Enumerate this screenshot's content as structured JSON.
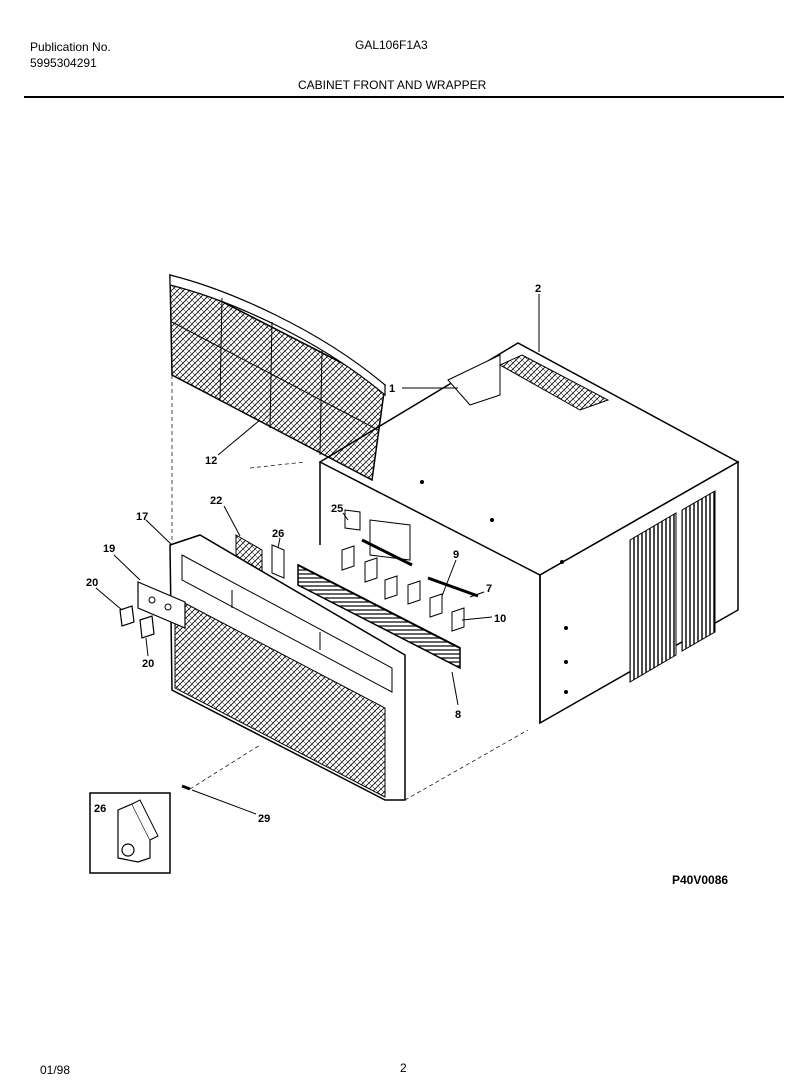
{
  "header": {
    "publication_label": "Publication No.",
    "publication_number": "5995304291",
    "model": "GAL106F1A3",
    "section_title": "CABINET FRONT AND WRAPPER"
  },
  "callouts": {
    "c1": "1",
    "c2": "2",
    "c7": "7",
    "c8": "8",
    "c9": "9",
    "c10": "10",
    "c12": "12",
    "c17": "17",
    "c19": "19",
    "c20a": "20",
    "c20b": "20",
    "c22": "22",
    "c25": "25",
    "c26a": "26",
    "c26b": "26",
    "c29": "29"
  },
  "drawing_code": "P40V0086",
  "footer": {
    "date": "01/98",
    "page": "2"
  }
}
